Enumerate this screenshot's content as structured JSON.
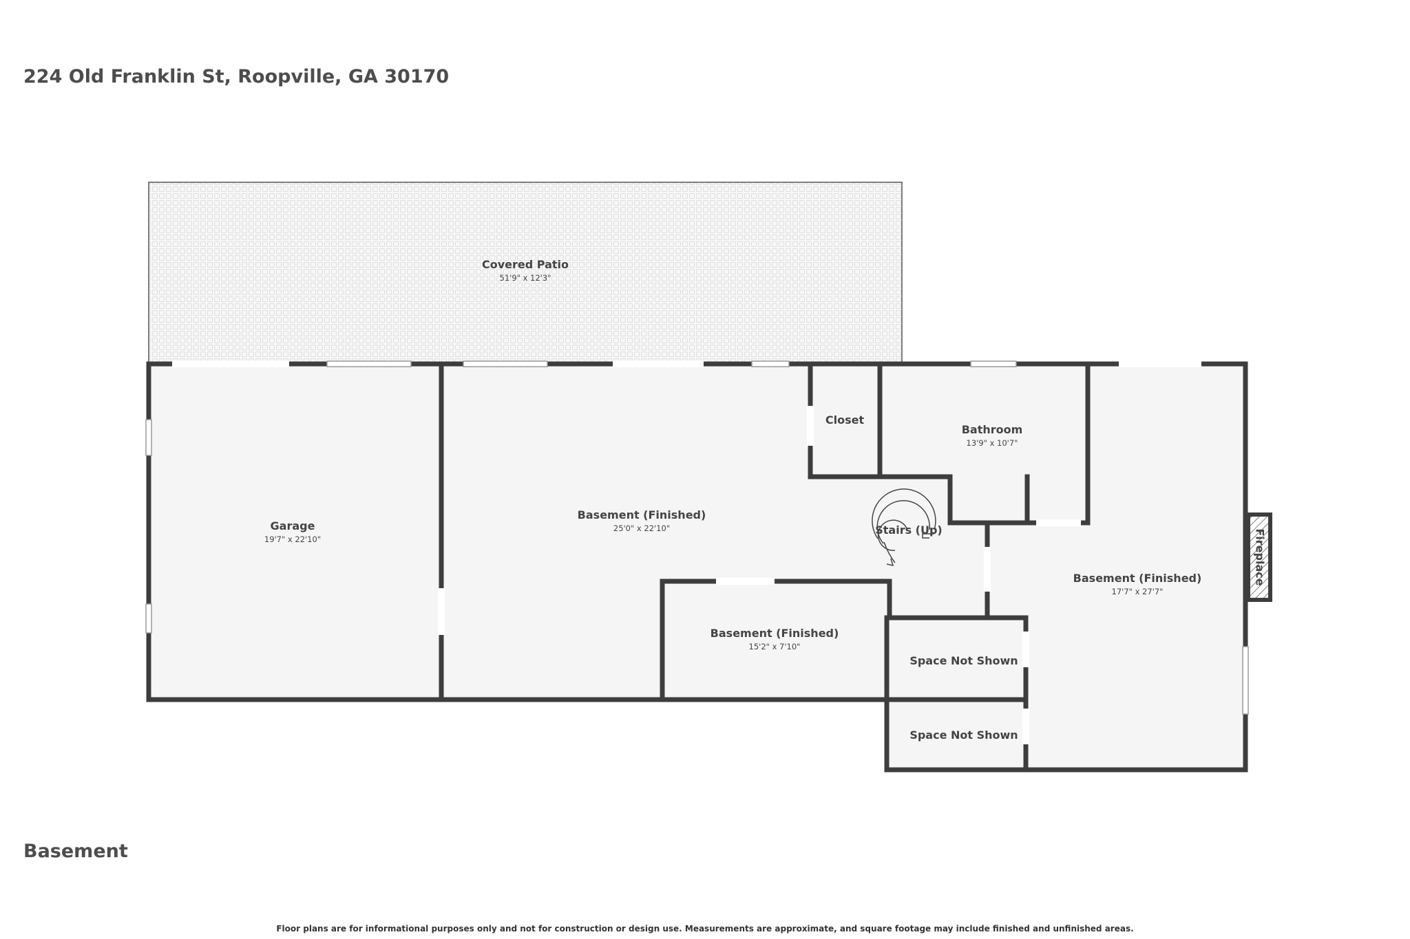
{
  "header": {
    "address": "224 Old Franklin St, Roopville, GA 30170"
  },
  "floor": {
    "label": "Basement"
  },
  "footer": {
    "disclaimer": "Floor plans are for informational purposes only and not for construction or design use. Measurements are approximate, and square footage may include finished and unfinished areas."
  },
  "rooms": {
    "patio": {
      "name": "Covered Patio",
      "dims": "51'9\" x 12'3\""
    },
    "garage": {
      "name": "Garage",
      "dims": "19'7\" x 22'10\""
    },
    "basement_main": {
      "name": "Basement (Finished)",
      "dims": "25'0\" x 22'10\""
    },
    "closet": {
      "name": "Closet"
    },
    "bathroom": {
      "name": "Bathroom",
      "dims": "13'9\" x 10'7\""
    },
    "stairs": {
      "name": "Stairs (Up)"
    },
    "basement_small": {
      "name": "Basement (Finished)",
      "dims": "15'2\" x 7'10\""
    },
    "space1": {
      "name": "Space Not Shown"
    },
    "space2": {
      "name": "Space Not Shown"
    },
    "basement_right": {
      "name": "Basement (Finished)",
      "dims": "17'7\" x 27'7\""
    },
    "fireplace": {
      "name": "Fireplace"
    }
  },
  "colors": {
    "wall": "#3d3d3d",
    "floor": "#f5f5f5",
    "text": "#444444"
  }
}
